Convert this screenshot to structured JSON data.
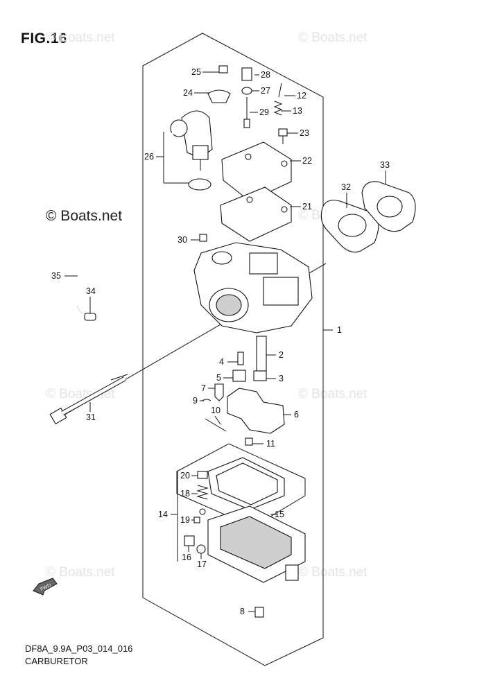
{
  "figure": {
    "title": "FIG.16"
  },
  "watermarks": [
    "© Boats.net",
    "© Boats.net",
    "© Boats.net",
    "© Boats.net",
    "© Boats.net",
    "© Boats.net",
    "© Boats.net",
    "© Boats.net"
  ],
  "watermark_main": "© Boats.net",
  "footer": {
    "code": "DF8A_9.9A_P03_014_016",
    "name": "CARBURETOR"
  },
  "direction_label": "FWD",
  "callouts": [
    "1",
    "2",
    "3",
    "4",
    "5",
    "6",
    "7",
    "8",
    "9",
    "10",
    "11",
    "12",
    "13",
    "14",
    "15",
    "16",
    "17",
    "18",
    "19",
    "20",
    "21",
    "22",
    "23",
    "24",
    "25",
    "26",
    "27",
    "28",
    "29",
    "30",
    "31",
    "32",
    "33",
    "34",
    "35"
  ]
}
